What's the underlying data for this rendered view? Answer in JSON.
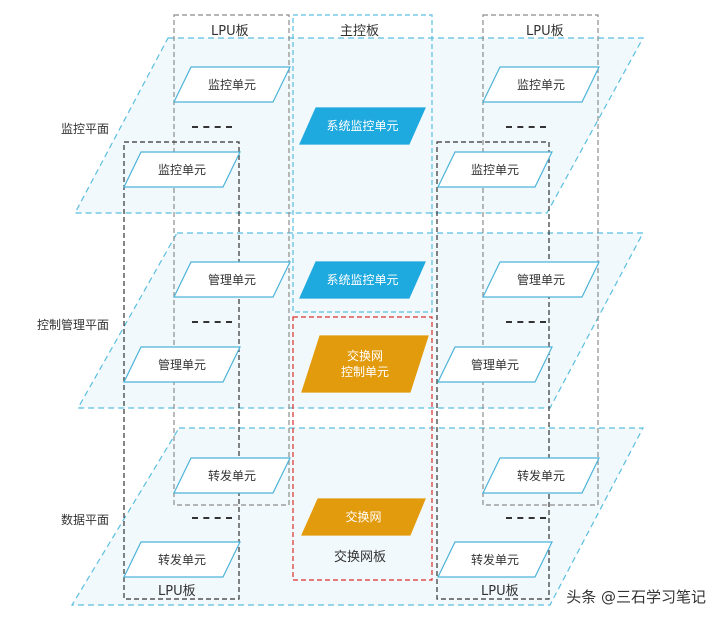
{
  "diagram": {
    "board_labels": {
      "lpu_top_left": "LPU板",
      "main_control": "主控板",
      "lpu_top_right": "LPU板",
      "lpu_bottom_left": "LPU板",
      "lpu_bottom_right": "LPU板",
      "switch_fabric_board": "交换网板"
    },
    "plane_labels": {
      "monitoring": "监控平面",
      "control_management": "控制管理平面",
      "data": "数据平面"
    },
    "units": {
      "monitor_unit": "监控单元",
      "system_monitor_unit": "系统监控单元",
      "management_unit": "管理单元",
      "switch_fabric_control_unit_line1": "交换网",
      "switch_fabric_control_unit_line2": "控制单元",
      "switch_fabric": "交换网",
      "forwarding_unit": "转发单元"
    },
    "ellipsis": "-----",
    "colors": {
      "plane_border": "#5bbfe0",
      "plane_fill": "#f2f9fc",
      "unit_outline": "#4db3d8",
      "blue_fill": "#1ea9df",
      "orange_fill": "#e39b0e",
      "board_grey": "#8c8c8c",
      "board_black": "#333333",
      "board_red": "#d9302b"
    }
  },
  "watermark": "头条 @三石学习笔记"
}
